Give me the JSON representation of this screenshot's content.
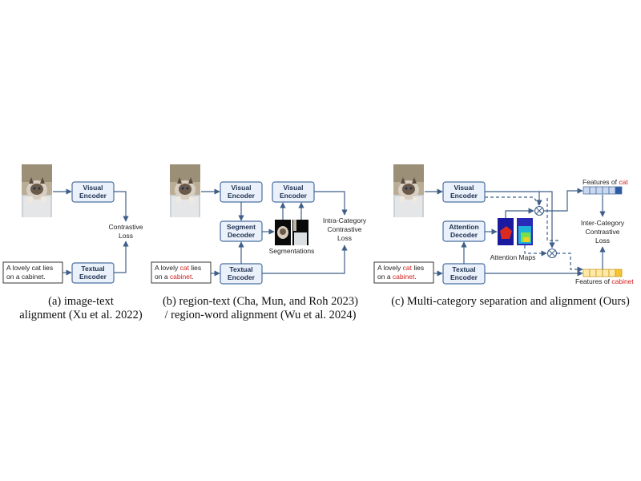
{
  "panel_a": {
    "visual_encoder": [
      "Visual",
      "Encoder"
    ],
    "textual_encoder": [
      "Textual",
      "Encoder"
    ],
    "loss": [
      "Contrastive",
      "Loss"
    ],
    "caption_line1": "A lovely cat lies",
    "caption_line2": "on a cabinet.",
    "label_line1": "(a) image-text",
    "label_line2": "alignment (Xu et al. 2022)"
  },
  "panel_b": {
    "visual_encoder_1": [
      "Visual",
      "Encoder"
    ],
    "visual_encoder_2": [
      "Visual",
      "Encoder"
    ],
    "segment_decoder": [
      "Segment",
      "Decoder"
    ],
    "textual_encoder": [
      "Textual",
      "Encoder"
    ],
    "segmentations": "Segmentations",
    "loss": [
      "Intra-Category",
      "Contrastive",
      "Loss"
    ],
    "caption_pre1": "A lovely ",
    "caption_red1": "cat",
    "caption_post1": " lies",
    "caption_pre2": "on a ",
    "caption_red2": "cabinet",
    "caption_post2": ".",
    "label_line1": "(b) region-text (Cha, Mun, and Roh 2023)",
    "label_line2": "/ region-word alignment (Wu et al. 2024)"
  },
  "panel_c": {
    "visual_encoder": [
      "Visual",
      "Encoder"
    ],
    "attention_decoder": [
      "Attention",
      "Decoder"
    ],
    "textual_encoder": [
      "Textual",
      "Encoder"
    ],
    "attention_maps": "Attention Maps",
    "features_cat_prefix": "Features of ",
    "features_cat_word": "cat",
    "features_cabinet_prefix": "Features of ",
    "features_cabinet_word": "cabinet",
    "loss": [
      "Inter-Category",
      "Contrastive",
      "Loss"
    ],
    "caption_pre1": "A lovely ",
    "caption_red1": "cat",
    "caption_post1": " lies",
    "caption_pre2": "on a ",
    "caption_red2": "cabinet",
    "caption_post2": ".",
    "label": "(c) Multi-category separation and alignment (Ours)"
  },
  "colors": {
    "box_fill": "#eaf1fb",
    "box_stroke": "#4a6fa0",
    "highlight": "#d32020",
    "arrow": "#3f5f88"
  }
}
